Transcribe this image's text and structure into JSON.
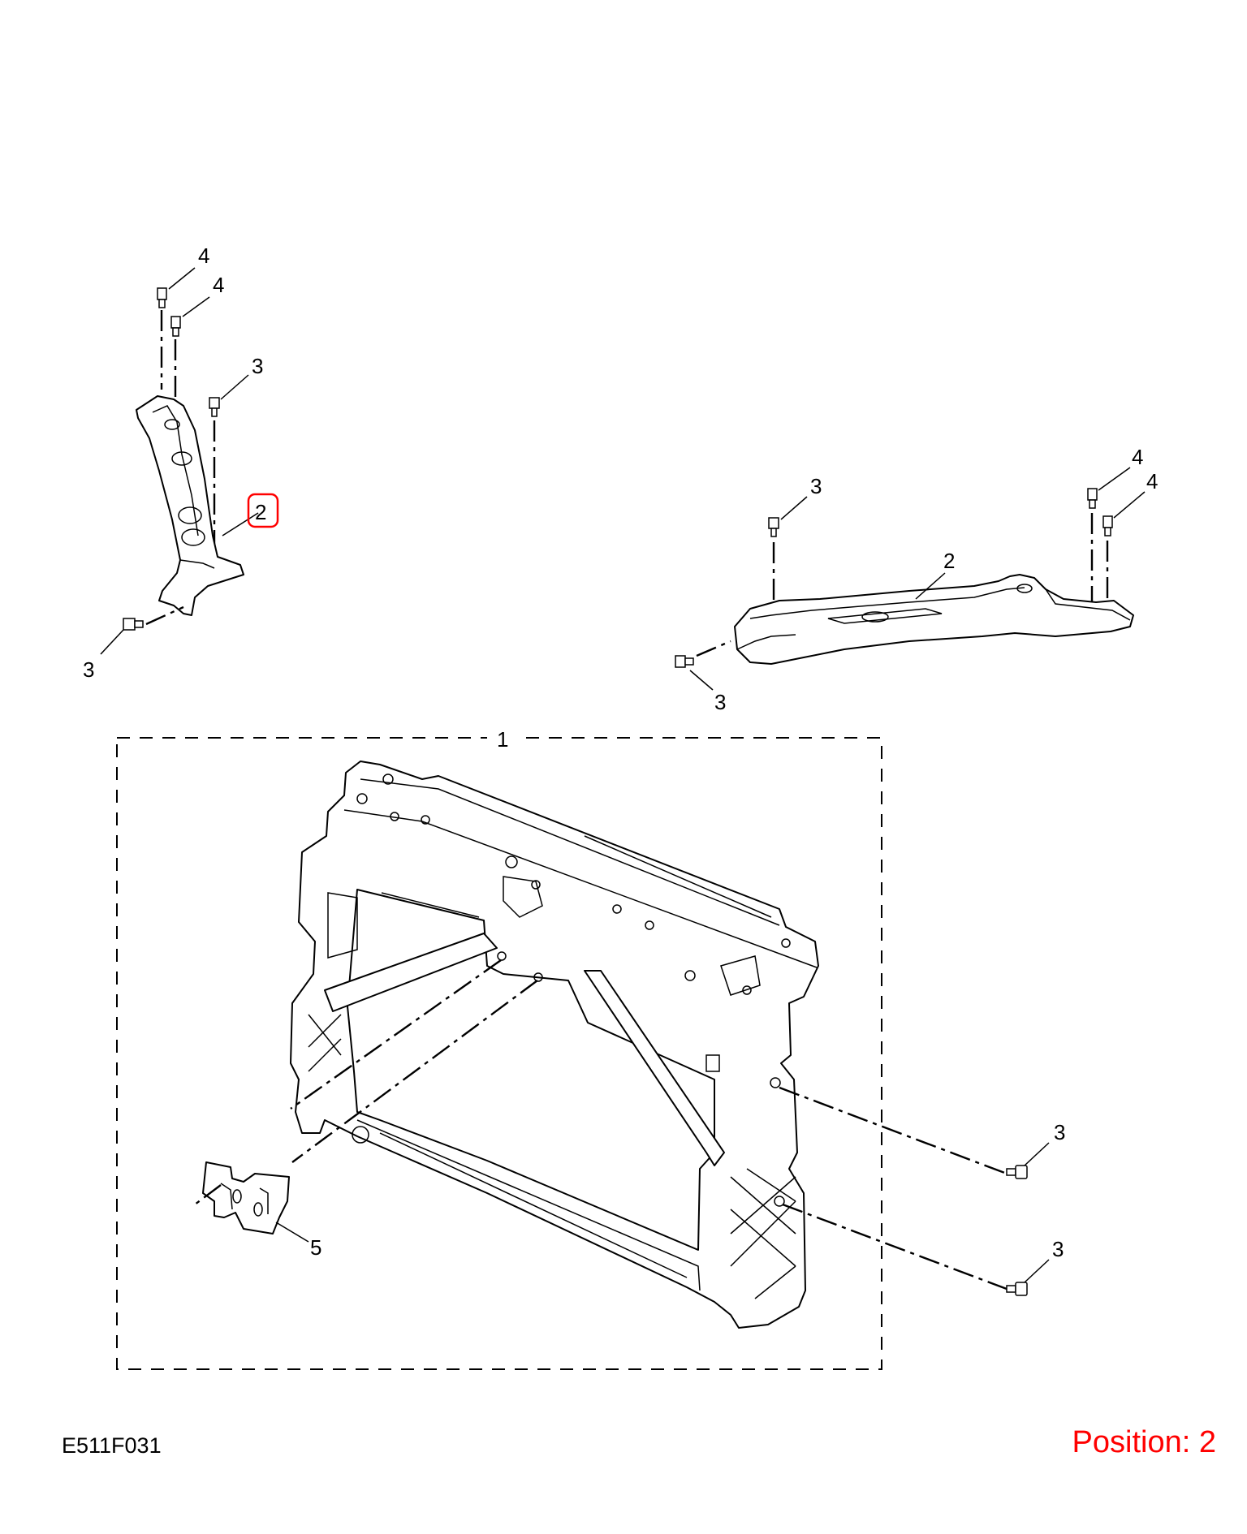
{
  "diagram": {
    "callouts": {
      "upper_left_bolt_a": "4",
      "upper_left_bolt_b": "4",
      "left_bracket_top_screw": "3",
      "left_bracket": "2",
      "left_bracket_bottom_screw": "3",
      "right_bracket_screw_top": "3",
      "right_bracket_bolt_a": "4",
      "right_bracket_bolt_b": "4",
      "right_bracket": "2",
      "right_bracket_side_screw": "3",
      "front_end_carrier": "1",
      "carrier_screw_upper": "3",
      "carrier_screw_lower": "3",
      "lower_bracket": "5"
    },
    "highlight_color": "#ff0000"
  },
  "footer": {
    "drawing_code": "E511F031",
    "position_text": "Position: 2"
  }
}
